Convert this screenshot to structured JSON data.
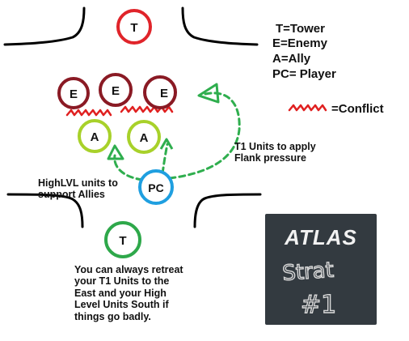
{
  "legend": {
    "tower": "T=Tower",
    "enemy": "E=Enemy",
    "ally": "A=Ally",
    "player": "PC= Player",
    "conflict": "=Conflict"
  },
  "nodes": {
    "tower_top": "T",
    "enemy_1": "E",
    "enemy_2": "E",
    "enemy_3": "E",
    "ally_1": "A",
    "ally_2": "A",
    "player": "PC",
    "tower_bottom": "T"
  },
  "notes": {
    "flank": "T1 Units to apply\nFlank pressure",
    "support": "HighLVL units to\nsupport Allies",
    "retreat": "You can always retreat\nyour T1 Units to the\nEast and your High\nLevel Units South if\nthings go badly."
  },
  "badge": {
    "logo": "ATLAS",
    "handwritten_1": "Strat",
    "handwritten_2": "#1"
  },
  "colors": {
    "tower": "#e0242a",
    "enemy": "#8a1a24",
    "ally": "#a8d12a",
    "player": "#1f9fe0",
    "tower_bottom": "#2ea84a",
    "arrow": "#2fae4e",
    "conflict": "#e02020",
    "badge_bg": "#333a40"
  }
}
